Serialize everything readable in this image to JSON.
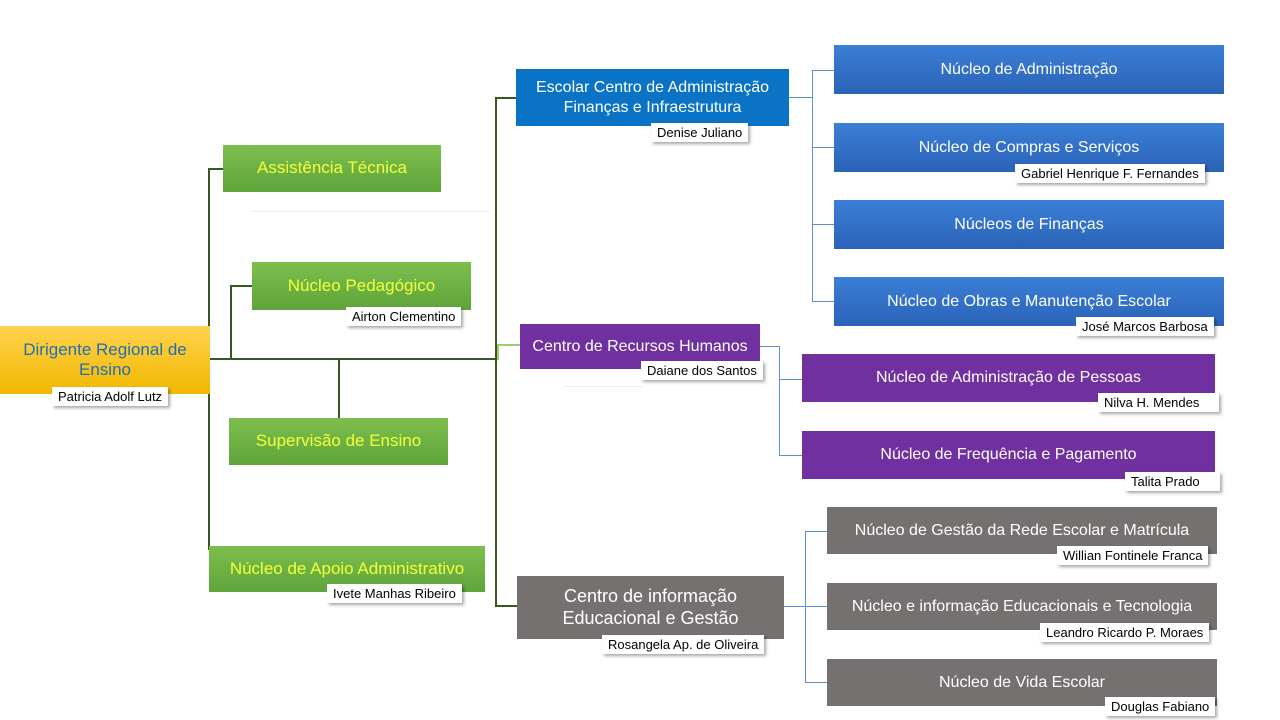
{
  "root": {
    "title": "Dirigente Regional de Ensino",
    "person": "Patricia Adolf Lutz"
  },
  "left": {
    "assistencia": {
      "title": "Assistência Técnica"
    },
    "pedagogico": {
      "title": "Núcleo Pedagógico",
      "person": "Airton Clementino"
    },
    "supervisao": {
      "title": "Supervisão de Ensino"
    },
    "apoio": {
      "title": "Núcleo de Apoio Administrativo",
      "person": "Ivete Manhas Ribeiro"
    }
  },
  "centers": {
    "admin": {
      "title": "Escolar Centro de Administração Finanças e Infraestrutura",
      "person": "Denise Juliano"
    },
    "rh": {
      "title": "Centro de Recursos Humanos",
      "person": "Daiane dos Santos"
    },
    "info": {
      "title": "Centro de informação Educacional e Gestão",
      "person": "Rosangela Ap. de Oliveira"
    }
  },
  "nuclei": {
    "administracao": {
      "title": "Núcleo de Administração"
    },
    "compras": {
      "title": "Núcleo de Compras e Serviços",
      "person": "Gabriel Henrique F. Fernandes"
    },
    "financas": {
      "title": "Núcleos de Finanças"
    },
    "obras": {
      "title": "Núcleo de Obras e Manutenção Escolar",
      "person": "José Marcos Barbosa"
    },
    "pessoas": {
      "title": "Núcleo de Administração de Pessoas",
      "person": "Nilva H. Mendes"
    },
    "frequencia": {
      "title": "Núcleo de Frequência e Pagamento",
      "person": "Talita Prado"
    },
    "gestao": {
      "title": "Núcleo de Gestão da Rede Escolar e Matrícula",
      "person": "Willian Fontinele Franca"
    },
    "informacao": {
      "title": "Núcleo e informação Educacionais e Tecnologia",
      "person": "Leandro Ricardo P. Moraes"
    },
    "vida": {
      "title": "Núcleo de Vida Escolar",
      "person": "Douglas Fabiano"
    }
  }
}
